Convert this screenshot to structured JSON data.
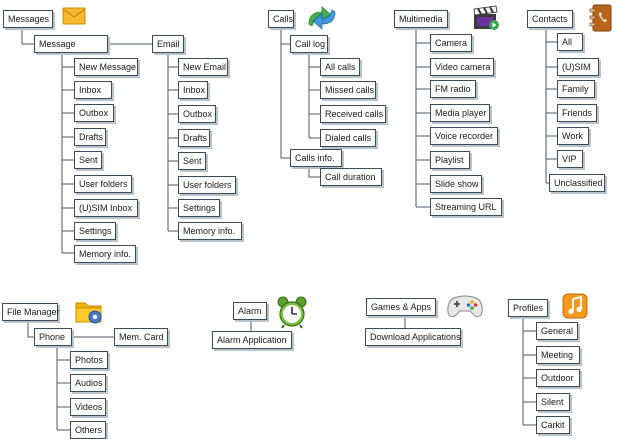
{
  "colors": {
    "line": "#4a5866",
    "box_border": "#3a4b5a",
    "box_shadow": "#b9c3cc"
  },
  "messages": {
    "root": "Messages",
    "icon": "envelope-icon",
    "message": {
      "label": "Message",
      "items": [
        "New Message",
        "Inbox",
        "Outbox",
        "Drafts",
        "Sent",
        "User folders",
        "(U)SIM Inbox",
        "Settings",
        "Memory info."
      ]
    },
    "email": {
      "label": "Email",
      "items": [
        "New Email",
        "Inbox",
        "Outbox",
        "Drafts",
        "Sent",
        "User folders",
        "Settings",
        "Memory info."
      ]
    }
  },
  "calls": {
    "root": "Calls",
    "icon": "call-arrows-icon",
    "call_log": {
      "label": "Call log",
      "items": [
        "All calls",
        "Missed calls",
        "Received calls",
        "Dialed calls"
      ]
    },
    "calls_info": {
      "label": "Calls info.",
      "items": [
        "Call duration"
      ]
    }
  },
  "multimedia": {
    "root": "Multimedia",
    "icon": "clapperboard-icon",
    "items": [
      "Camera",
      "Video camera",
      "FM radio",
      "Media player",
      "Voice recorder",
      "Playlist",
      "Slide show",
      "Streaming URL"
    ]
  },
  "contacts": {
    "root": "Contacts",
    "icon": "address-book-icon",
    "items": [
      "All",
      "(U)SIM",
      "Family",
      "Friends",
      "Work",
      "VIP",
      "Unclassified"
    ]
  },
  "file_manager": {
    "root": "File Manager",
    "icon": "folder-gear-icon",
    "phone": {
      "label": "Phone",
      "items": [
        "Photos",
        "Audios",
        "Videos",
        "Others"
      ]
    },
    "mem_card": "Mem. Card"
  },
  "alarm": {
    "root": "Alarm",
    "icon": "alarm-clock-icon",
    "child": "Alarm Application"
  },
  "games": {
    "root": "Games & Apps",
    "icon": "gamepad-icon",
    "child": "Download Applications"
  },
  "profiles": {
    "root": "Profiles",
    "icon": "music-note-icon",
    "items": [
      "General",
      "Meeting",
      "Outdoor",
      "Silent",
      "Carkit"
    ]
  }
}
